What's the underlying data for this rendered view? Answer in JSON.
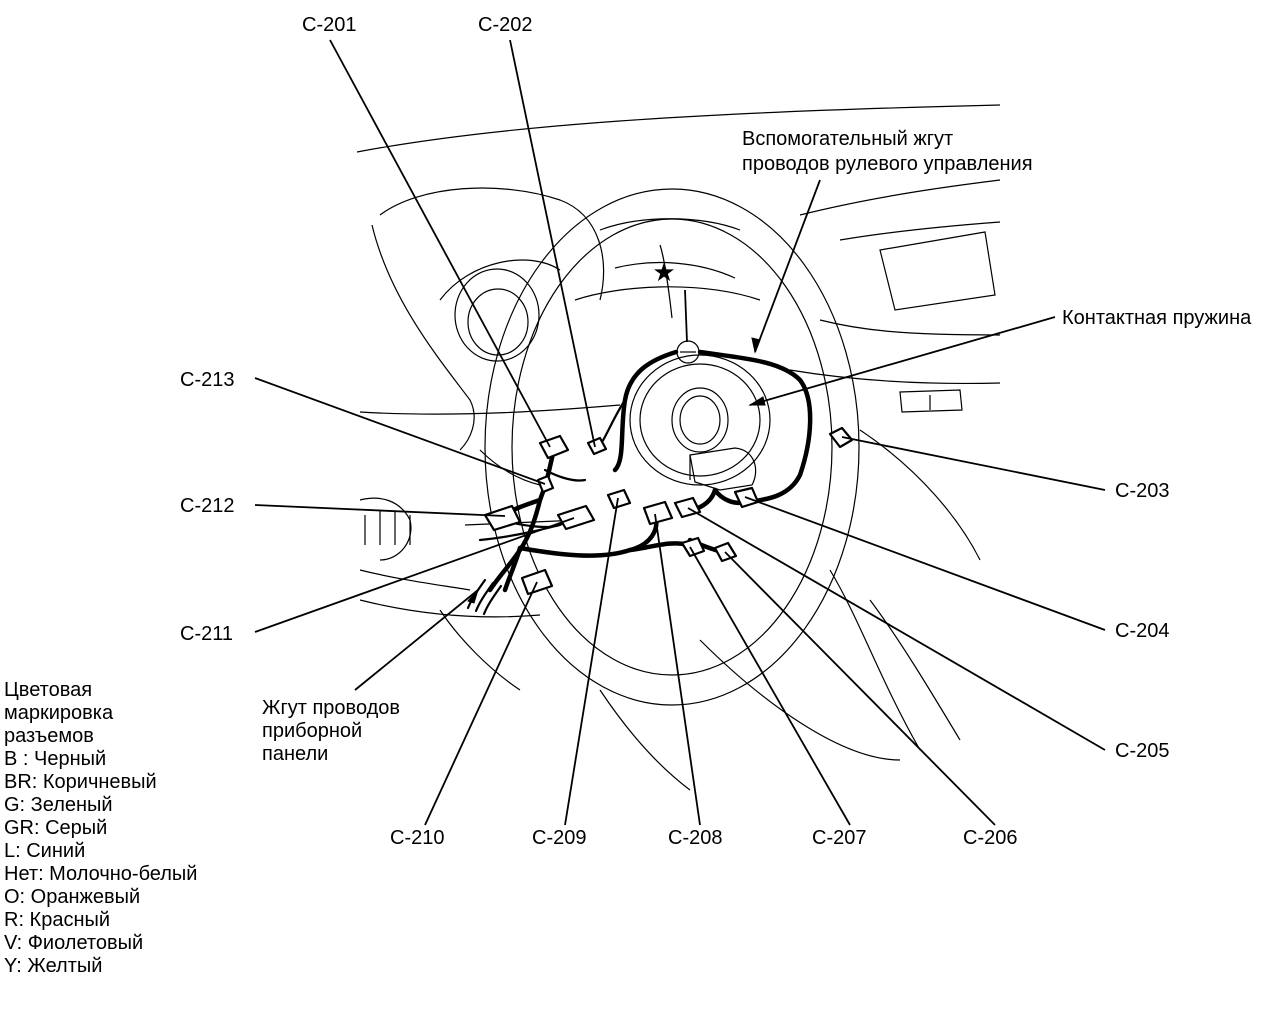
{
  "connectors": {
    "c201": "C-201",
    "c202": "C-202",
    "c203": "C-203",
    "c204": "C-204",
    "c205": "C-205",
    "c206": "C-206",
    "c207": "C-207",
    "c208": "C-208",
    "c209": "C-209",
    "c210": "C-210",
    "c211": "C-211",
    "c212": "C-212",
    "c213": "C-213"
  },
  "callouts": {
    "aux_harness": [
      "Вспомогательный жгут",
      "проводов рулевого управления"
    ],
    "clock_spring": "Контактная пружина",
    "dash_harness": [
      "Жгут проводов",
      "приборной",
      "панели"
    ]
  },
  "legend": {
    "title_lines": [
      "Цветовая",
      "маркировка",
      "разъемов"
    ],
    "items": [
      "B : Черный",
      "BR: Коричневый",
      "G: Зеленый",
      "GR: Серый",
      "L: Синий",
      "Нет: Молочно-белый",
      "O: Оранжевый",
      "R: Красный",
      "V: Фиолетовый",
      "Y: Желтый"
    ]
  }
}
